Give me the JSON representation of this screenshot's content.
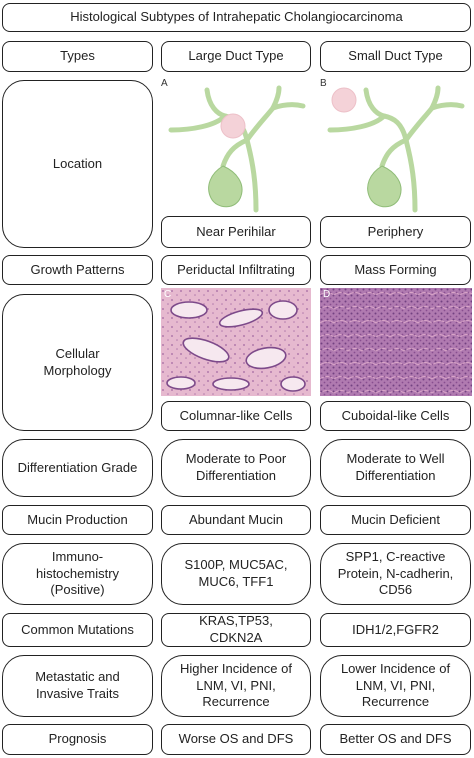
{
  "title": "Histological Subtypes of Intrahepatic Cholangiocarcinoma",
  "header": {
    "types": "Types",
    "large": "Large Duct Type",
    "small": "Small Duct Type"
  },
  "panel_labels": {
    "a": "A",
    "b": "B",
    "c": "C",
    "d": "D"
  },
  "colors": {
    "duct": "#b9d8a0",
    "duct_stroke": "#8fbc77",
    "tumor": "#f4d2d8",
    "histo_large": "#e6b9cf",
    "histo_small": "#b07ab0"
  },
  "rows": {
    "location": {
      "label": "Location",
      "large": "Near Perihilar",
      "small": "Periphery"
    },
    "growth": {
      "label": "Growth Patterns",
      "large": "Periductal Infiltrating",
      "small": "Mass Forming"
    },
    "morphology": {
      "label": "Cellular\nMorphology",
      "large": "Columnar-like Cells",
      "small": "Cuboidal-like Cells"
    },
    "differentiation": {
      "label": "Differentiation Grade",
      "large": "Moderate to Poor\nDifferentiation",
      "small": "Moderate to Well\nDifferentiation"
    },
    "mucin": {
      "label": "Mucin Production",
      "large": "Abundant Mucin",
      "small": "Mucin Deficient"
    },
    "immuno": {
      "label": "Immuno-\nhistochemistry\n(Positive)",
      "large": "S100P, MUC5AC,\nMUC6, TFF1",
      "small": "SPP1, C-reactive\nProtein, N-cadherin,\nCD56"
    },
    "mutations": {
      "label": "Common Mutations",
      "large": "KRAS,TP53,\nCDKN2A",
      "small": "IDH1/2,FGFR2"
    },
    "metastatic": {
      "label": "Metastatic and\nInvasive Traits",
      "large": "Higher Incidence of\nLNM, VI, PNI,\nRecurrence",
      "small": "Lower Incidence of\nLNM, VI, PNI,\nRecurrence"
    },
    "prognosis": {
      "label": "Prognosis",
      "large": "Worse OS and DFS",
      "small": "Better OS and DFS"
    }
  }
}
